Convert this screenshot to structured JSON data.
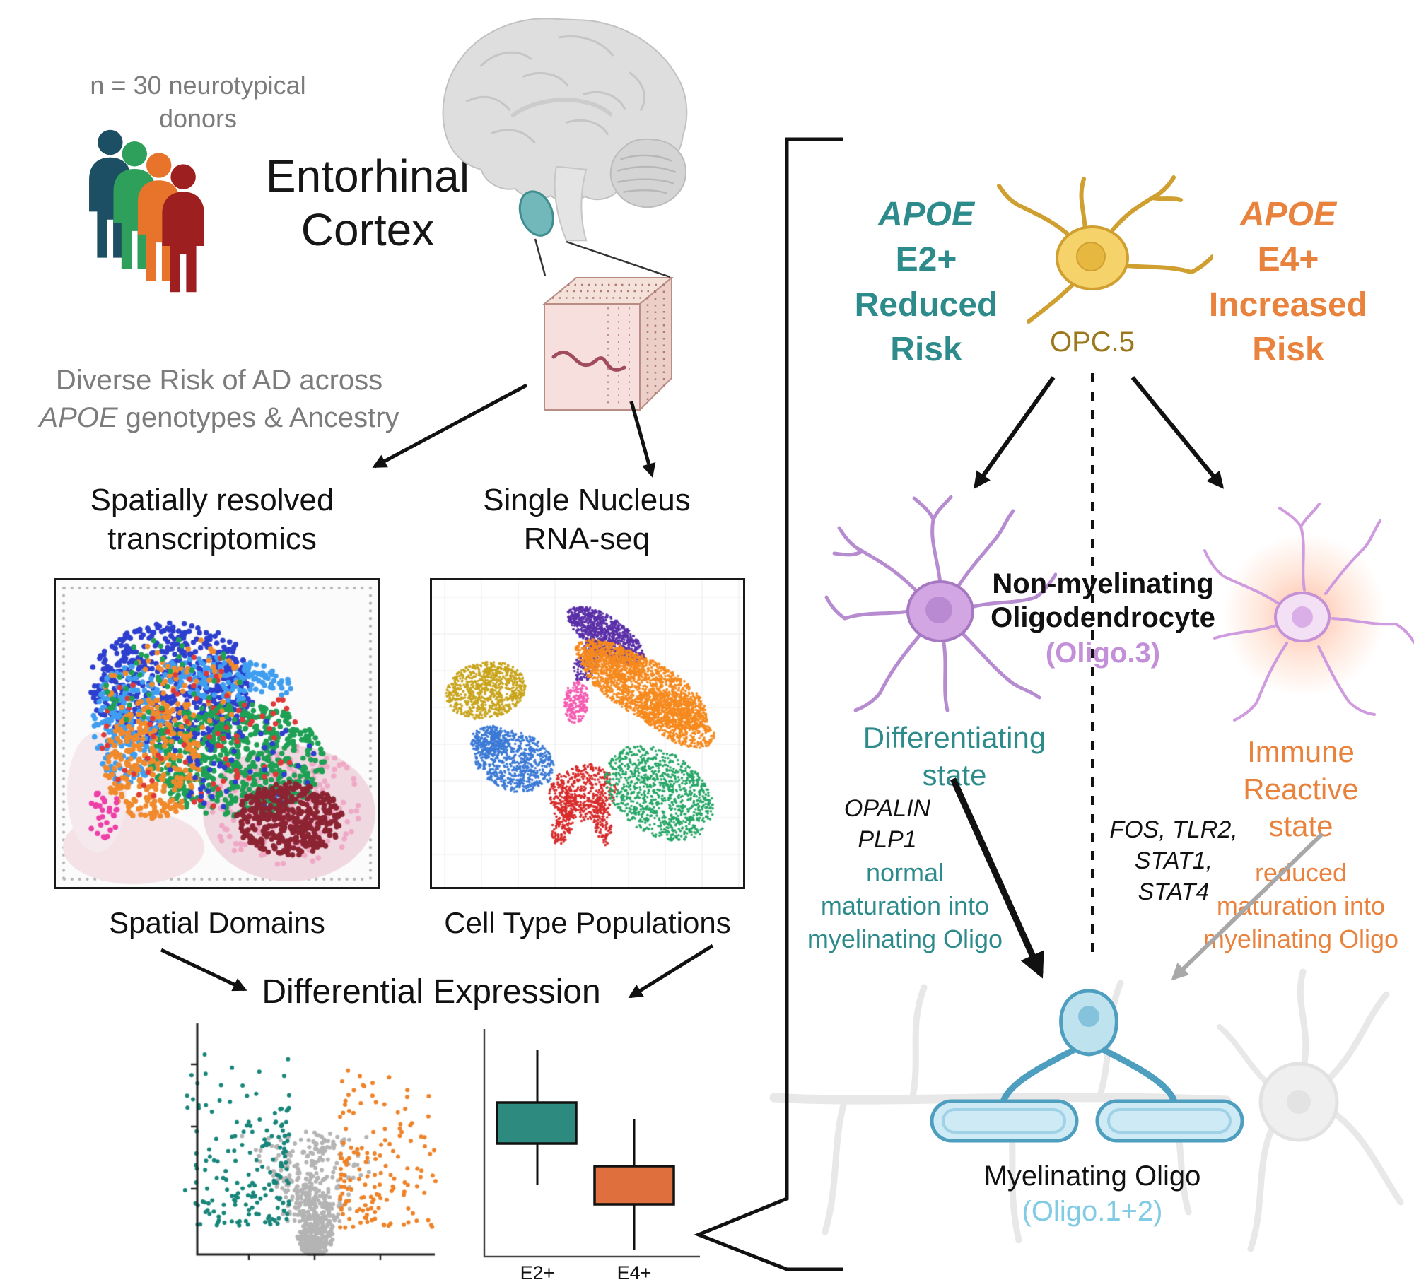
{
  "colors": {
    "teal_risk": "#2e8b8b",
    "orange_risk": "#e8823c",
    "oligo3_purple": "#c28fd8",
    "oligo12_blue": "#82cbe4",
    "opc_gold": "#9c781c",
    "gray_text": "#7c7c7c",
    "boxplot_teal": "#2c8a7e",
    "boxplot_orange": "#df6f3d"
  },
  "intro": {
    "donors": "n = 30 neurotypical\ndonors",
    "title": "Entorhinal\nCortex",
    "risk_line1": "Diverse Risk of AD across",
    "risk_gene": "APOE",
    "risk_line2_rest": " genotypes & Ancestry"
  },
  "workflow": {
    "spatial_heading": "Spatially resolved\ntranscriptomics",
    "snrna_heading": "Single Nucleus\nRNA-seq",
    "spatial_caption": "Spatial Domains",
    "umap_caption": "Cell Type Populations",
    "diff_expr_label": "Differential Expression",
    "boxplot_labels": {
      "e2": "E2+",
      "e4": "E4+"
    }
  },
  "pathway": {
    "e2_gene": "APOE",
    "e2_lines": "E2+\nReduced\nRisk",
    "e4_gene": "APOE",
    "e4_lines": "E4+\nIncreased\nRisk",
    "opc_label": "OPC.5",
    "nonmyelinating_label": "Non-myelinating\nOligodendrocyte",
    "oligo3_label": "(Oligo.3)",
    "differentiating_state": "Differentiating\nstate",
    "diff_genes": "OPALIN\nPLP1",
    "normal_maturation": "normal\nmaturation into\nmyelinating Oligo",
    "immune_genes": "FOS, TLR2,\nSTAT1,\nSTAT4",
    "immune_state": "Immune\nReactive\nstate",
    "reduced_maturation": "reduced\nmaturation into\nmyelinating Oligo",
    "myelinating_label": "Myelinating Oligo",
    "oligo12_label": "(Oligo.1+2)"
  }
}
